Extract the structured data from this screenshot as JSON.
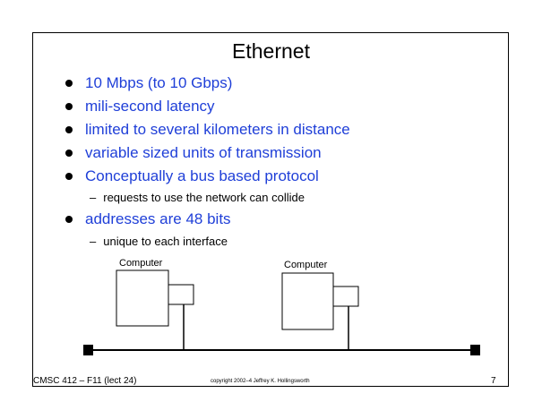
{
  "slide": {
    "title": "Ethernet",
    "bullets": [
      {
        "text": "10 Mbps (to 10 Gbps)"
      },
      {
        "text": "mili-second latency"
      },
      {
        "text": "limited to several kilometers in distance"
      },
      {
        "text": "variable sized units of transmission"
      },
      {
        "text": "Conceptually a bus based protocol"
      },
      {
        "text": "addresses are 48 bits"
      }
    ],
    "sub_bullets": [
      {
        "text": "requests to use the network can collide"
      },
      {
        "text": "unique to each interface"
      }
    ],
    "sub_dash": "–",
    "diagram": {
      "computers": [
        {
          "label": "Computer"
        },
        {
          "label": "Computer"
        }
      ]
    },
    "footer": {
      "left": "CMSC 412 – F11 (lect 24)",
      "center": "copyright  2002–4 Jeffrey K. Hollingsworth",
      "page_number": "7"
    },
    "colors": {
      "bullet_text": "#1f3fd8",
      "body_text": "#000000"
    }
  }
}
